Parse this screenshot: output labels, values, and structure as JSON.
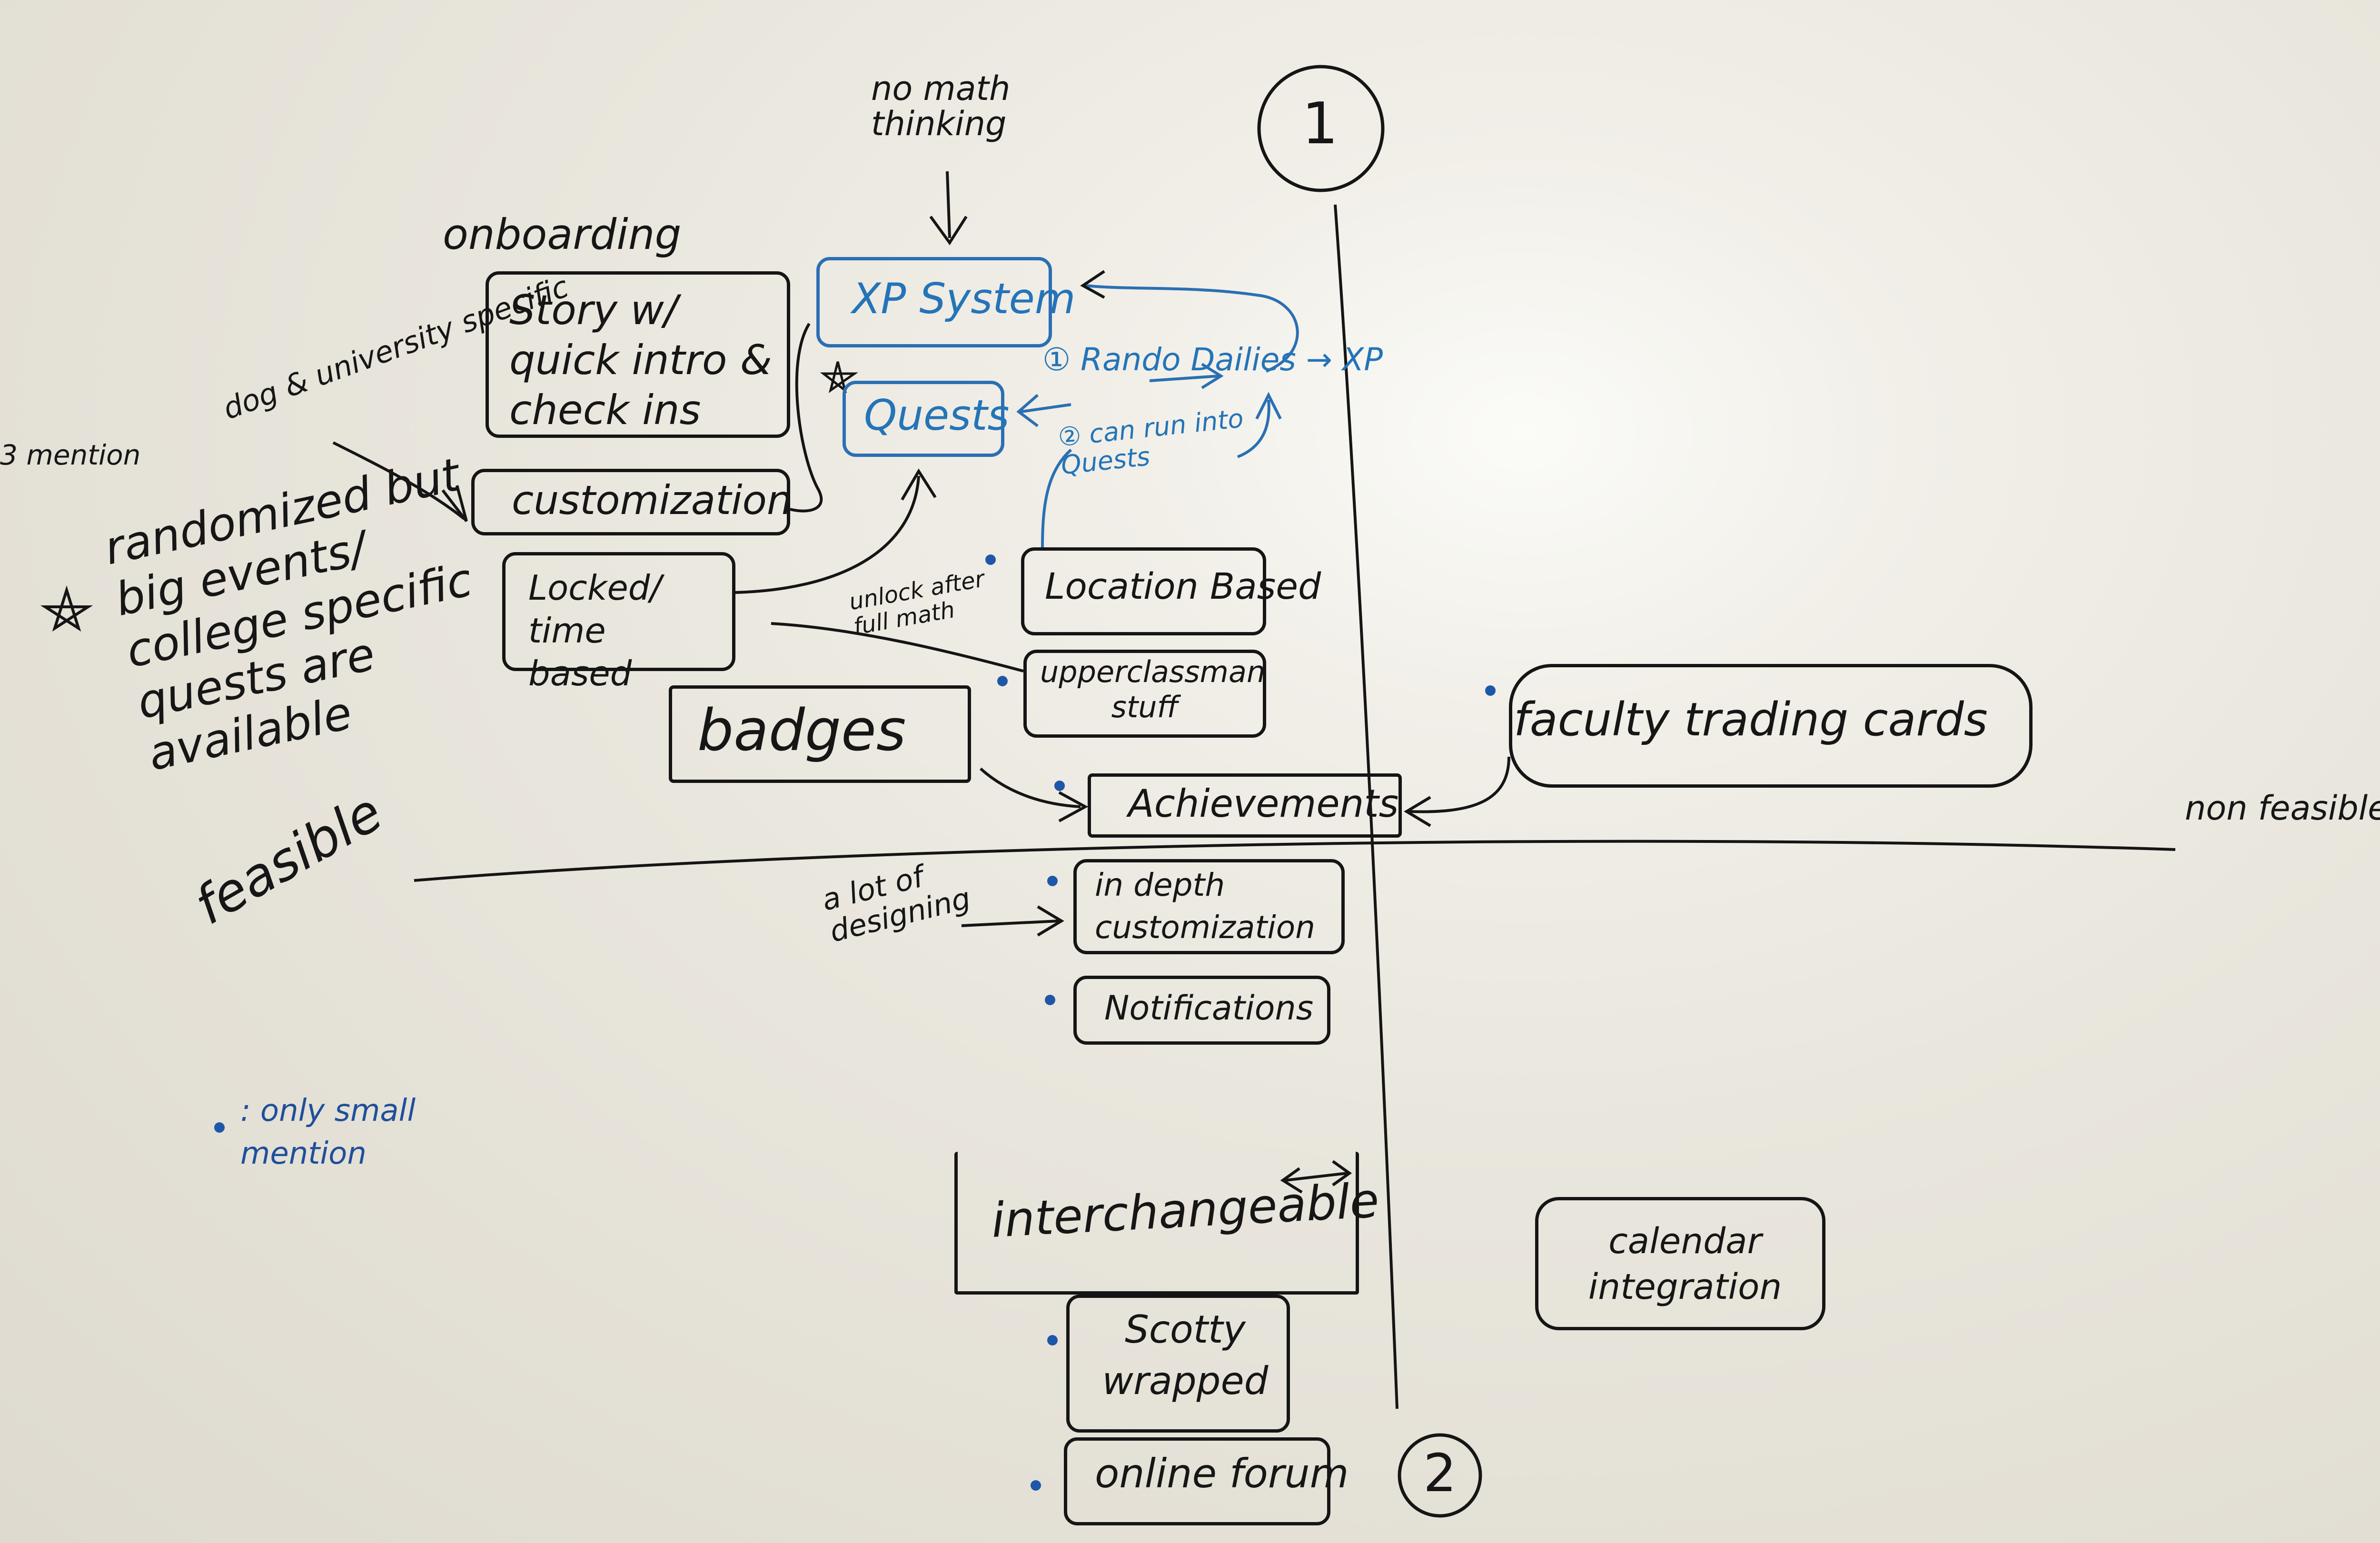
{
  "axes": {
    "quadrant_1": "1",
    "quadrant_2": "2",
    "feasible": "feasible",
    "non_feasible": "non feasible"
  },
  "notes": {
    "no_math_thinking": "no math thinking",
    "onboarding": "onboarding",
    "dog_university": "dog & university specific",
    "mention_left": "3 mention",
    "randomized": "randomized but big events/ college specific quests are available",
    "unlock_after": "unlock after full math",
    "a_lot_of_designing": "a lot of designing",
    "dailies_1": "① Rando Dailies → XP",
    "dailies_2": "② can run into Quests"
  },
  "items": {
    "xp_system": "XP System",
    "quests": "Quests",
    "story": "Story w/ quick intro & check ins",
    "customization": "customization",
    "locked_timebased": "Locked/ time based",
    "location_based": "Location Based",
    "upperclassman": "upperclassman stuff",
    "badges": "badges",
    "achievements": "Achievements",
    "faculty_cards": "faculty trading cards",
    "in_depth_customization": "in depth customization",
    "notifications": "Notifications",
    "interchangeable": "interchangeable",
    "scotty_wrapped": "Scotty wrapped",
    "online_forum": "online forum",
    "calendar_integration": "calendar integration"
  },
  "legend": {
    "text": ": only small mention"
  },
  "colors": {
    "ink_black": "#151515",
    "ink_blue": "#2474b8",
    "dot_blue": "#1f57a8"
  }
}
